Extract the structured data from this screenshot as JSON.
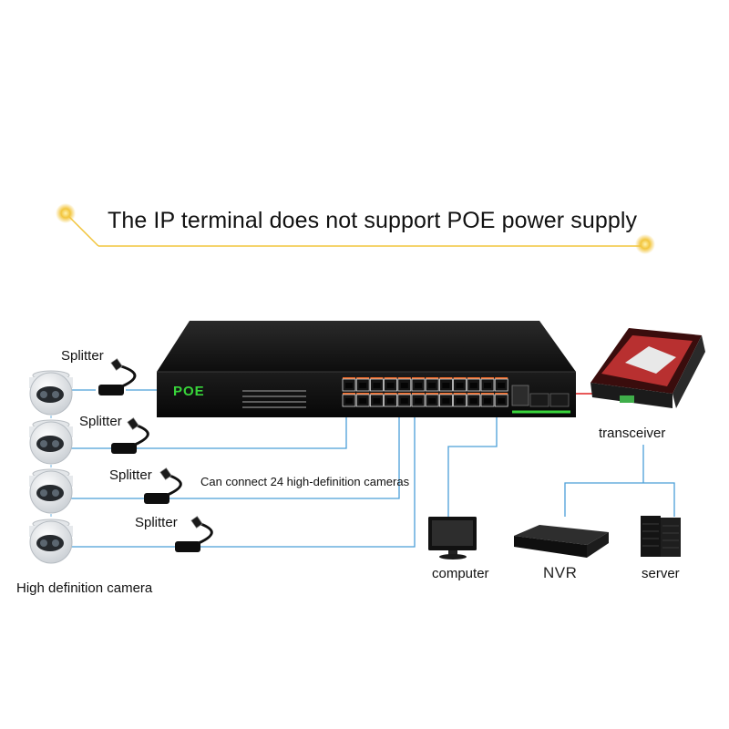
{
  "title": "The IP terminal does not support POE power supply",
  "switch": {
    "brand": "POE"
  },
  "note": "Can connect 24 high-definition cameras",
  "splitters": [
    "Splitter",
    "Splitter",
    "Splitter",
    "Splitter"
  ],
  "camera_label": "High definition camera",
  "devices": {
    "transceiver": "transceiver",
    "computer": "computer",
    "nvr": "NVR",
    "server": "server"
  },
  "colors": {
    "link": "#4a9fd8",
    "fiber": "#e02020",
    "accent": "#f2c53d",
    "poe_green": "#38d43a",
    "port_orange": "#f06a28"
  }
}
